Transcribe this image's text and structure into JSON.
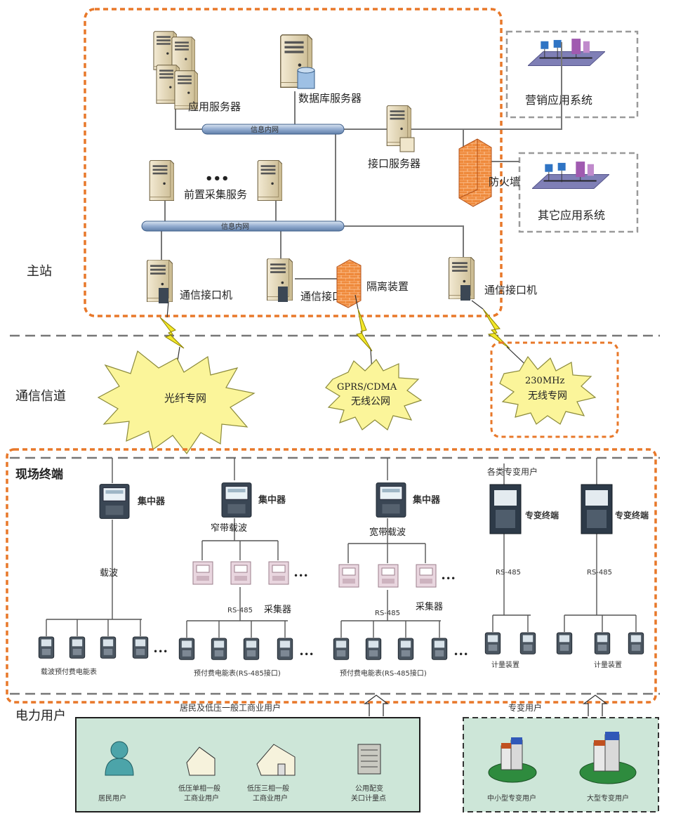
{
  "sections": {
    "master": "主站",
    "channel": "通信信道",
    "field": "现场终端",
    "users": "电力用户"
  },
  "master": {
    "app_server": "应用服务器",
    "db_server": "数据库服务器",
    "net_top": "信息内网",
    "interface_server": "接口服务器",
    "collect_server": "前置采集服务",
    "ellipsis": "•••",
    "net_mid": "信息内网",
    "firewall": "防火墙",
    "marketing": "营销应用系统",
    "other": "其它应用系统",
    "comm1": "通信接口机",
    "comm2": "通信接口机",
    "isolation": "隔离装置",
    "comm3": "通信接口机"
  },
  "channels": {
    "fiber": "光纤专网",
    "gprs_line1": "GPRS/CDMA",
    "gprs_line2": "无线公网",
    "mhz_line1": "230MHz",
    "mhz_line2": "无线专网"
  },
  "field": {
    "concentrator1": "集中器",
    "carrier1": "载波",
    "meters1": "载波预付费电能表",
    "concentrator2": "集中器",
    "carrier2": "窄带载波",
    "rs485_2": "RS-485",
    "collector2": "采集器",
    "meters2": "预付费电能表(RS-485接口)",
    "concentrator3": "集中器",
    "carrier3": "宽带载波",
    "rs485_3": "RS-485",
    "collector3": "采集器",
    "meters3": "预付费电能表(RS-485接口)",
    "special_users": "各类专变用户",
    "terminal1": "专变终端",
    "terminal2": "专变终端",
    "rs485_a": "RS-485",
    "rs485_b": "RS-485",
    "metering1": "计量装置",
    "metering2": "计量装置",
    "dots": "•••"
  },
  "users": {
    "left_title": "居民及低压一般工商业用户",
    "resident": "居民用户",
    "single_line1": "低压单相一般",
    "single_line2": "工商业用户",
    "three_line1": "低压三相一般",
    "three_line2": "工商业用户",
    "public_line1": "公用配变",
    "public_line2": "关口计量点",
    "right_title": "专变用户",
    "small": "中小型专变用户",
    "large": "大型专变用户"
  },
  "colors": {
    "orange": "#e8782a",
    "grey_dash": "#9a9a9a",
    "bus": "#a9bfdc",
    "burst": "#fbf59a",
    "green_box": "#cde6d8",
    "bolt": "#f3e82a"
  }
}
